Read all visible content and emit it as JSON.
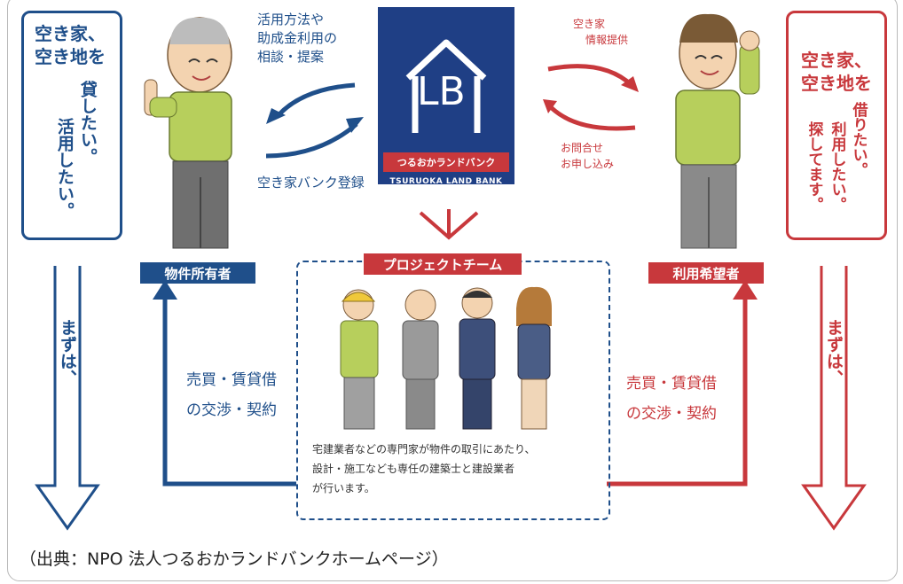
{
  "left_bubble": {
    "line1": "空き家、",
    "line2": "空き地を",
    "vert_col1": "貸したい。",
    "vert_col2": "活用したい。"
  },
  "right_bubble": {
    "line1": "空き家、",
    "line2": "空き地を",
    "vert_col1": "借りたい。",
    "vert_col2": "利用したい。",
    "vert_col3": "探してます。"
  },
  "owner_label": "物件所有者",
  "user_label": "利用希望者",
  "center_top_text": [
    "活用方法や",
    "助成金利用の",
    "相談・提案"
  ],
  "register_text": "空き家バンク登録",
  "right_top_text": [
    "空き家",
    "情報提供"
  ],
  "right_mid_text": [
    "お問合せ",
    "お申し込み"
  ],
  "logo": {
    "mark": "LB",
    "jp": "つるおかランドバンク",
    "en": "TSURUOKA LAND BANK"
  },
  "team_label": "プロジェクトチーム",
  "team_desc": [
    "宅建業者などの専門家が物件の取引にあたり、",
    "設計・施工なども専任の建築士と建設業者",
    "が行います。"
  ],
  "left_contract": [
    "売買・賃貸借",
    "の交渉・契約"
  ],
  "right_contract": [
    "売買・賃貸借",
    "の交渉・契約"
  ],
  "left_first": "まずは、",
  "right_first": "まずは、",
  "caption": "（出典：NPO 法人つるおかランドバンクホームページ）",
  "colors": {
    "blue": "#1f4f8a",
    "red": "#c8383c",
    "navy": "#1f3f85"
  }
}
